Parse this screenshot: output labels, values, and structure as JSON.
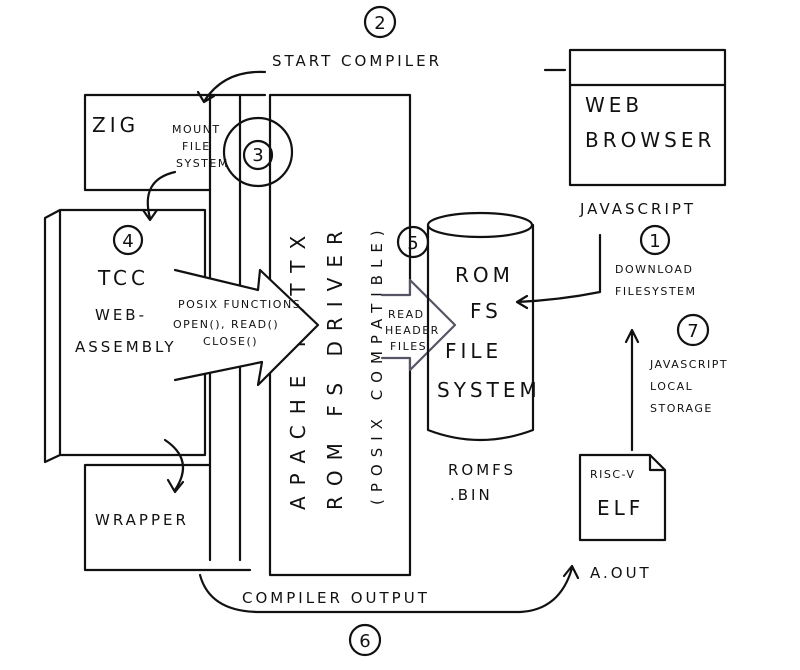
{
  "diagram": {
    "steps": {
      "s1": "1",
      "s2": "2",
      "s3": "3",
      "s4": "4",
      "s5": "5",
      "s6": "6",
      "s7": "7"
    },
    "start_compiler": "START COMPILER",
    "web_browser": {
      "line1": "WEB",
      "line2": "BROWSER"
    },
    "javascript": "JAVASCRIPT",
    "zig": "ZIG",
    "mount": {
      "line1": "MOUNT",
      "line2": "FILE",
      "line3": "SYSTEM"
    },
    "tcc": {
      "line1": "TCC",
      "line2": "WEB-",
      "line3": "ASSEMBLY"
    },
    "posix_functions": {
      "line1": "POSIX FUNCTIONS",
      "line2": "OPEN(), READ()",
      "line3": "CLOSE()"
    },
    "nuttx": {
      "line1": "APACHE NUTTX",
      "line2": "ROM FS DRIVER",
      "line3": "(POSIX COMPATIBLE)"
    },
    "read_header": {
      "line1": "READ",
      "line2": "HEADER",
      "line3": "FILES"
    },
    "romfs": {
      "line1": "ROM",
      "line2": "FS",
      "line3": "FILE",
      "line4": "SYSTEM"
    },
    "romfs_bin": {
      "line1": "ROMFS",
      "line2": ".BIN"
    },
    "download": {
      "line1": "DOWNLOAD",
      "line2": "FILESYSTEM"
    },
    "local_storage": {
      "line1": "JAVASCRIPT",
      "line2": "LOCAL",
      "line3": "STORAGE"
    },
    "riscv": {
      "line1": "RISC-V",
      "line2": "ELF"
    },
    "a_out": "A.OUT",
    "wrapper": "WRAPPER",
    "compiler_output": "COMPILER OUTPUT"
  }
}
